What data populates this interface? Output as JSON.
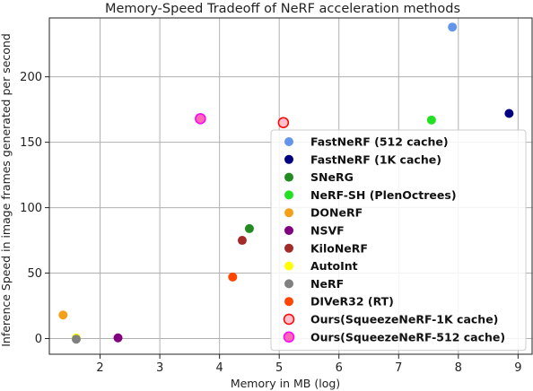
{
  "chart_data": {
    "type": "scatter",
    "title": "Memory-Speed Tradeoff of NeRF acceleration methods",
    "xlabel": "Memory in MB (log)",
    "ylabel": "Inference Speed in image frames generated per second",
    "xlim": [
      1.15,
      9.25
    ],
    "ylim": [
      -12,
      245
    ],
    "xticks": [
      2,
      3,
      4,
      5,
      6,
      7,
      8,
      9
    ],
    "yticks": [
      0,
      50,
      100,
      150,
      200
    ],
    "grid": true,
    "legend_position": "center-right",
    "series": [
      {
        "name": "FastNeRF (512 cache)",
        "color": "#6495ed",
        "points": [
          {
            "x": 7.9,
            "y": 238
          }
        ]
      },
      {
        "name": "FastNeRF (1K cache)",
        "color": "#000080",
        "points": [
          {
            "x": 8.85,
            "y": 172
          }
        ]
      },
      {
        "name": "SNeRG",
        "color": "#228b22",
        "points": [
          {
            "x": 4.5,
            "y": 84
          }
        ]
      },
      {
        "name": "NeRF-SH (PlenOctrees)",
        "color": "#22e022",
        "points": [
          {
            "x": 7.55,
            "y": 167
          }
        ]
      },
      {
        "name": "DONeRF",
        "color": "#f5a017",
        "points": [
          {
            "x": 1.38,
            "y": 18
          }
        ]
      },
      {
        "name": "NSVF",
        "color": "#800080",
        "points": [
          {
            "x": 2.3,
            "y": 0.5
          }
        ]
      },
      {
        "name": "KiloNeRF",
        "color": "#a52a2a",
        "points": [
          {
            "x": 4.38,
            "y": 75
          }
        ]
      },
      {
        "name": "AutoInt",
        "color": "#ffff00",
        "points": [
          {
            "x": 1.6,
            "y": 0.5
          }
        ]
      },
      {
        "name": "NeRF",
        "color": "#808080",
        "points": [
          {
            "x": 1.6,
            "y": -0.5
          }
        ]
      },
      {
        "name": "DIVeR32 (RT)",
        "color": "#ff4500",
        "points": [
          {
            "x": 4.22,
            "y": 47
          }
        ]
      },
      {
        "name": "Ours(SqueezeNeRF-1K cache)",
        "color": "#ffc0cb",
        "edge": "#ff0000",
        "points": [
          {
            "x": 5.07,
            "y": 165
          }
        ]
      },
      {
        "name": "Ours(SqueezeNeRF-512 cache)",
        "color": "#ff69b4",
        "edge": "#ff00ff",
        "points": [
          {
            "x": 3.68,
            "y": 168
          }
        ]
      }
    ]
  }
}
